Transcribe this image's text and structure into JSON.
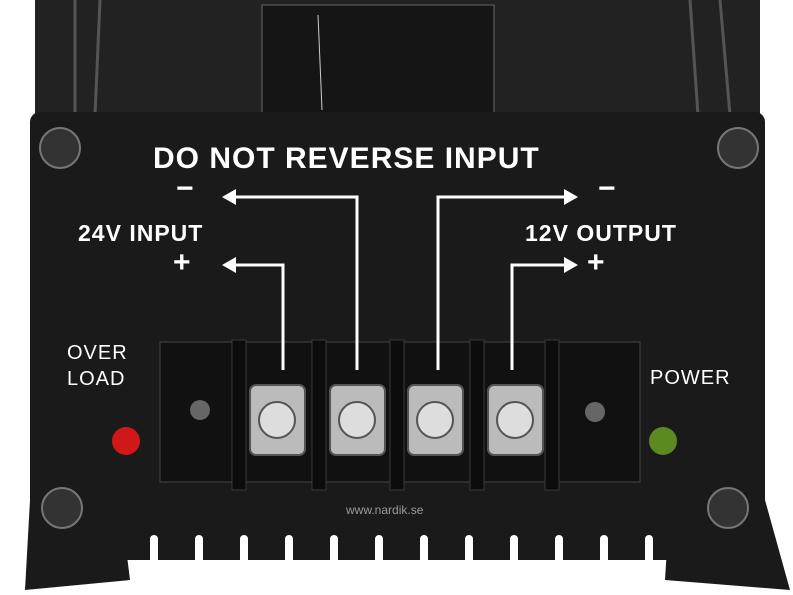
{
  "warning": "DO NOT REVERSE INPUT",
  "input_label": "24V INPUT",
  "output_label": "12V OUTPUT",
  "minus_sign": "−",
  "plus_sign": "+",
  "overload_line1": "OVER",
  "overload_line2": "LOAD",
  "power_label": "POWER",
  "watermark": "www.nardik.se",
  "colors": {
    "body": "#1a1a1a",
    "overload_led": "#d01818",
    "power_led": "#5a8a20",
    "text": "#ffffff"
  }
}
